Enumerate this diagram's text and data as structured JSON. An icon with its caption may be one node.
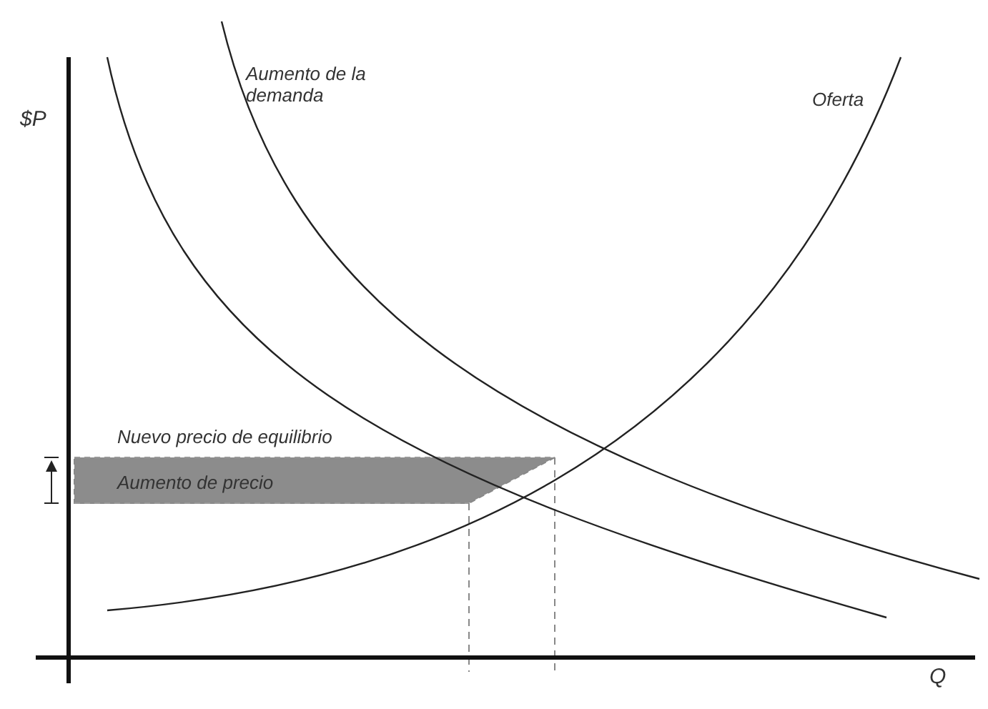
{
  "diagram": {
    "labels": [
      "$P",
      "Aumento de la demanda",
      "Oferta",
      "Nuevo precio de equilibrio",
      "Aumento de precio",
      "Q"
    ]
  }
}
